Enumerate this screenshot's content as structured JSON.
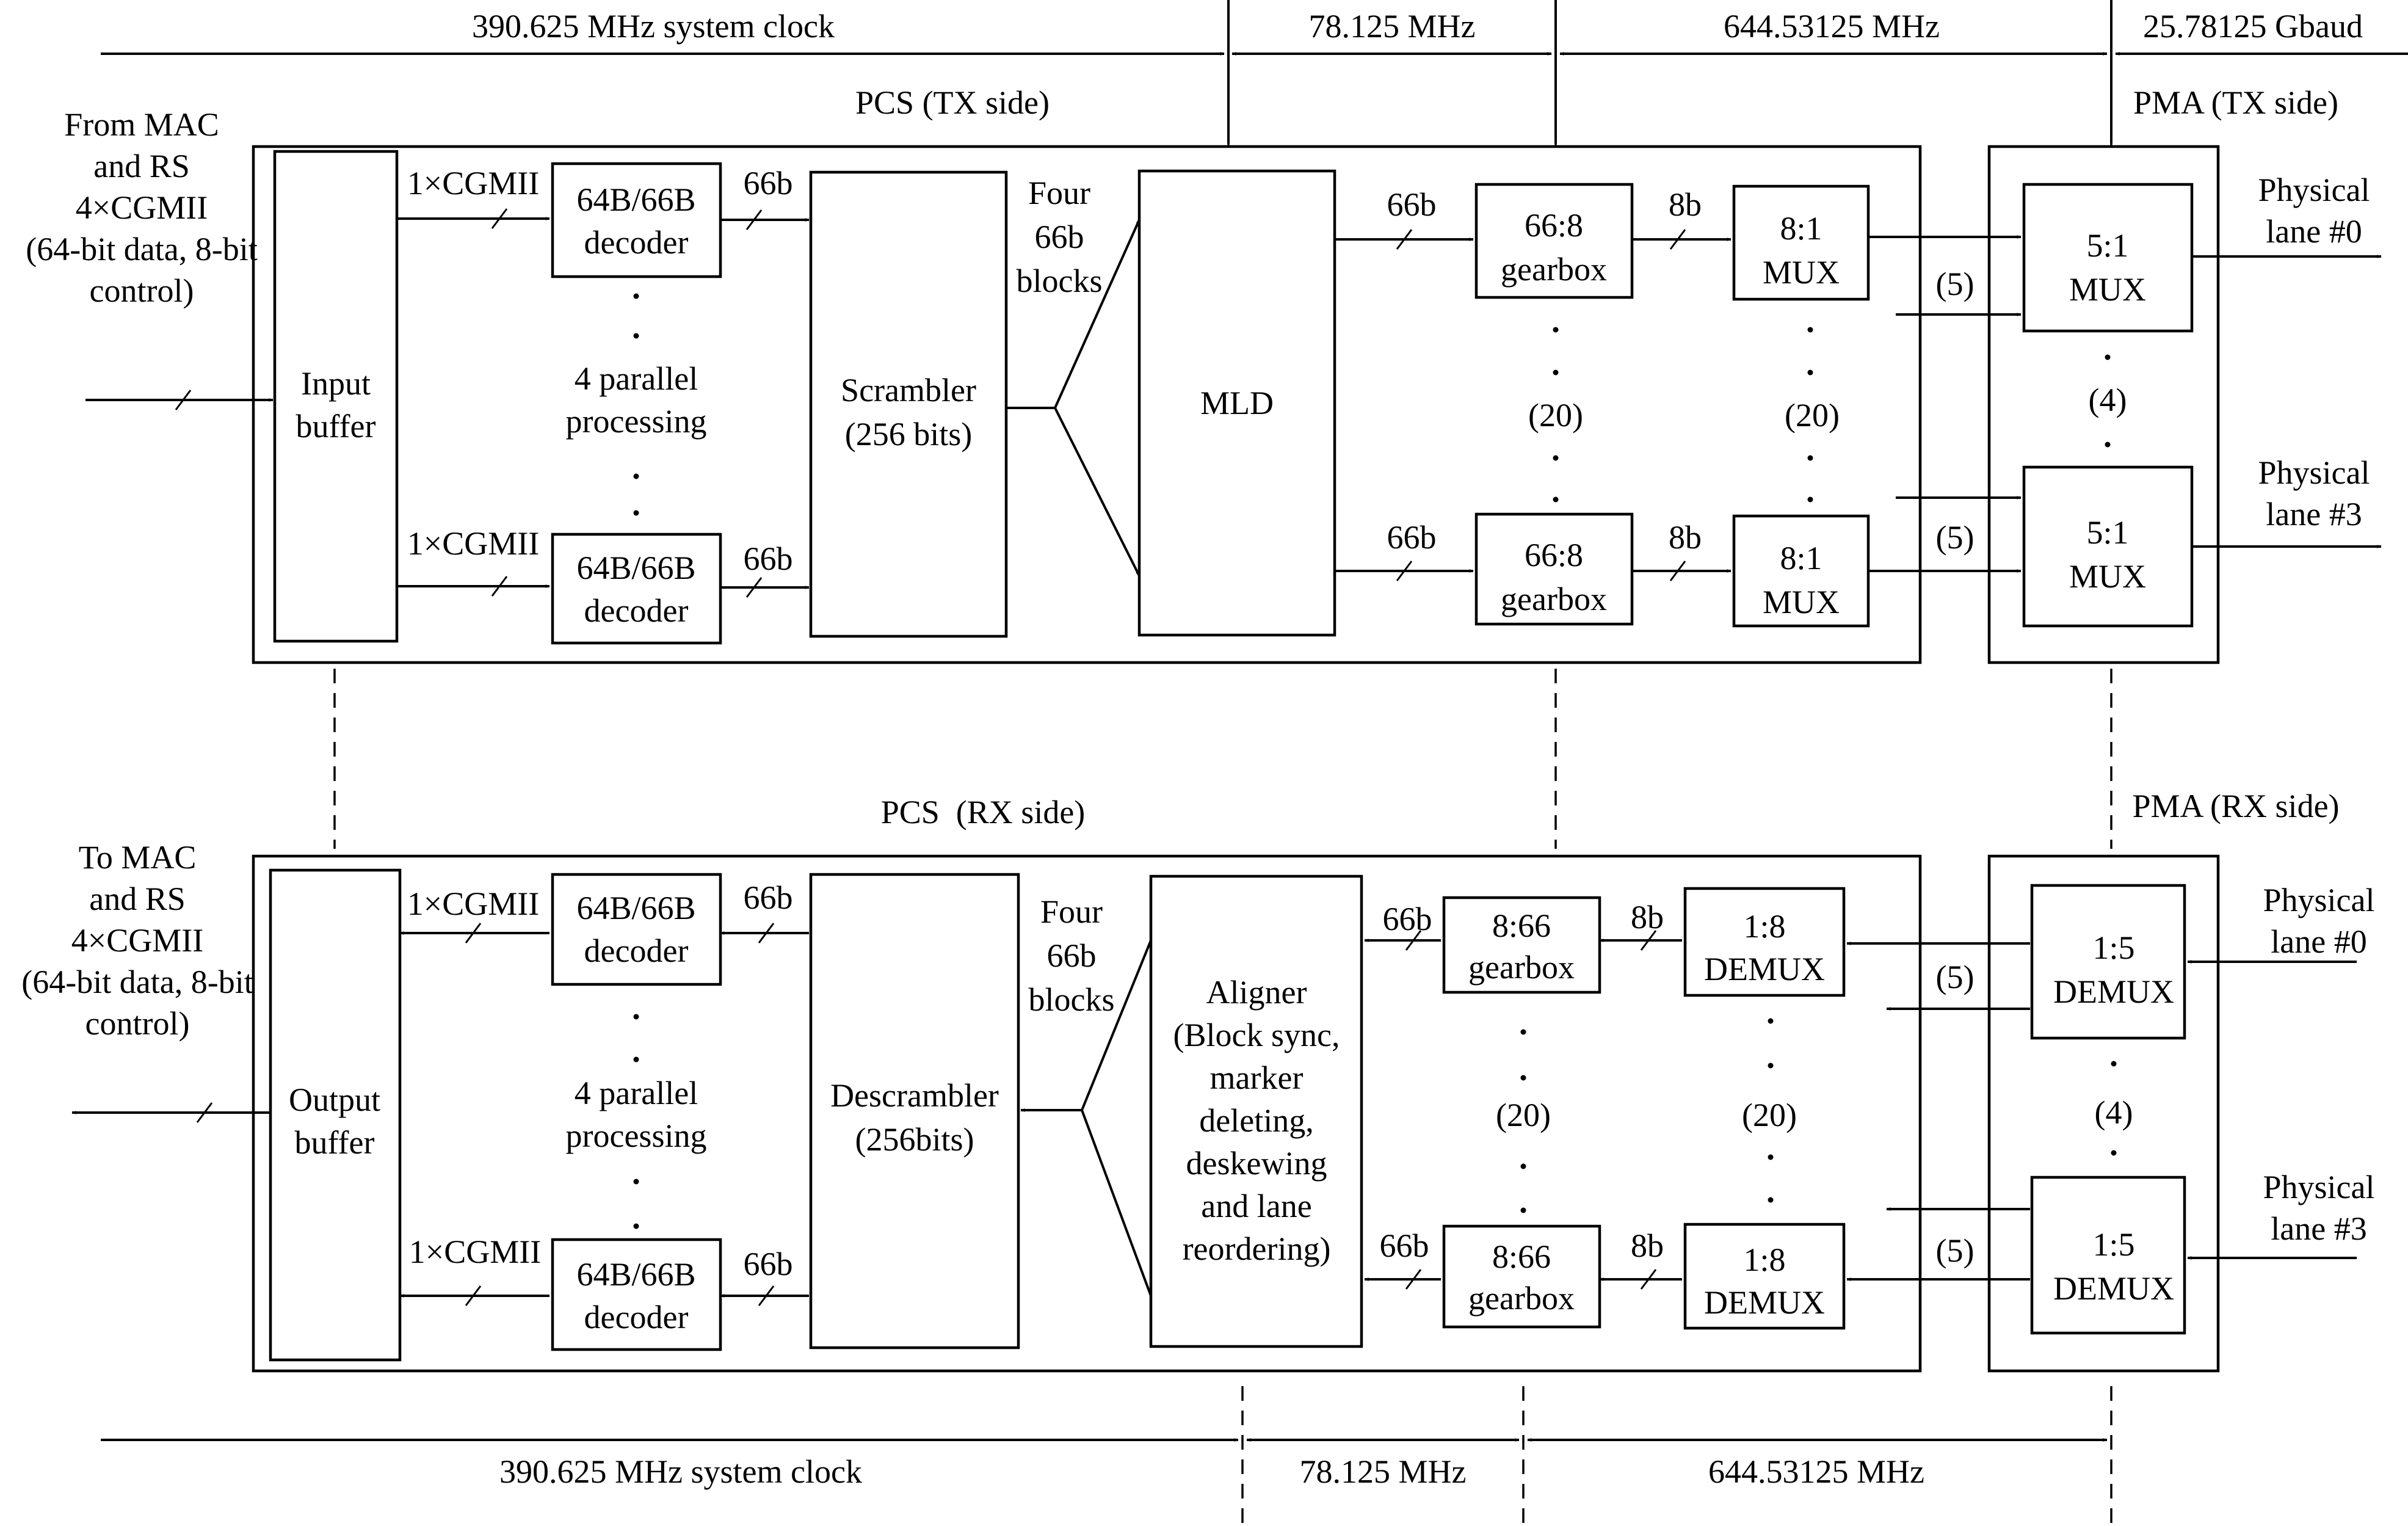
{
  "clock_top": {
    "system": "390.625 MHz system clock",
    "mld": "78.125 MHz",
    "gearbox": "644.53125 MHz",
    "serial": "25.78125 Gbaud"
  },
  "clock_bottom": {
    "system": "390.625 MHz system clock",
    "mld": "78.125 MHz",
    "gearbox": "644.53125 MHz"
  },
  "tx": {
    "pcs_title": "PCS (TX side)",
    "pma_title": "PMA (TX side)",
    "source_lines": [
      "From MAC",
      "and RS",
      "4×CGMII",
      "(64-bit data, 8-bit",
      "control)"
    ],
    "input_buffer": [
      "Input",
      "buffer"
    ],
    "cgmii": "1×CGMII",
    "codec": [
      "64B/66B",
      "decoder"
    ],
    "parallel": [
      "4 parallel",
      "processing"
    ],
    "bus_66b": "66b",
    "scrambler": [
      "Scrambler",
      "(256 bits)"
    ],
    "four_blocks": [
      "Four",
      "66b",
      "blocks"
    ],
    "mld": "MLD",
    "gearbox": [
      "66:8",
      "gearbox"
    ],
    "bus_8b": "8b",
    "mux8": [
      "8:1",
      "MUX"
    ],
    "count_20": "(20)",
    "count_5": "(5)",
    "count_4": "(4)",
    "mux5": [
      "5:1",
      "MUX"
    ],
    "lane0": [
      "Physical",
      "lane #0"
    ],
    "lane3": [
      "Physical",
      "lane #3"
    ]
  },
  "rx": {
    "pcs_title": "PCS  (RX side)",
    "pma_title": "PMA (RX side)",
    "dest_lines": [
      "To MAC",
      "and RS",
      "4×CGMII",
      "(64-bit data, 8-bit",
      "control)"
    ],
    "output_buffer": [
      "Output",
      "buffer"
    ],
    "cgmii": "1×CGMII",
    "codec": [
      "64B/66B",
      "decoder"
    ],
    "parallel": [
      "4 parallel",
      "processing"
    ],
    "bus_66b": "66b",
    "descrambler": [
      "Descrambler",
      "(256bits)"
    ],
    "four_blocks": [
      "Four",
      "66b",
      "blocks"
    ],
    "aligner": [
      "Aligner",
      "(Block sync,",
      "marker",
      "deleting,",
      "deskewing",
      "and lane",
      "reordering)"
    ],
    "gearbox": [
      "8:66",
      "gearbox"
    ],
    "bus_8b": "8b",
    "demux8": [
      "1:8",
      "DEMUX"
    ],
    "count_20": "(20)",
    "count_5": "(5)",
    "count_4": "(4)",
    "demux5": [
      "1:5",
      "DEMUX"
    ],
    "lane0": [
      "Physical",
      "lane #0"
    ],
    "lane3": [
      "Physical",
      "lane #3"
    ]
  }
}
